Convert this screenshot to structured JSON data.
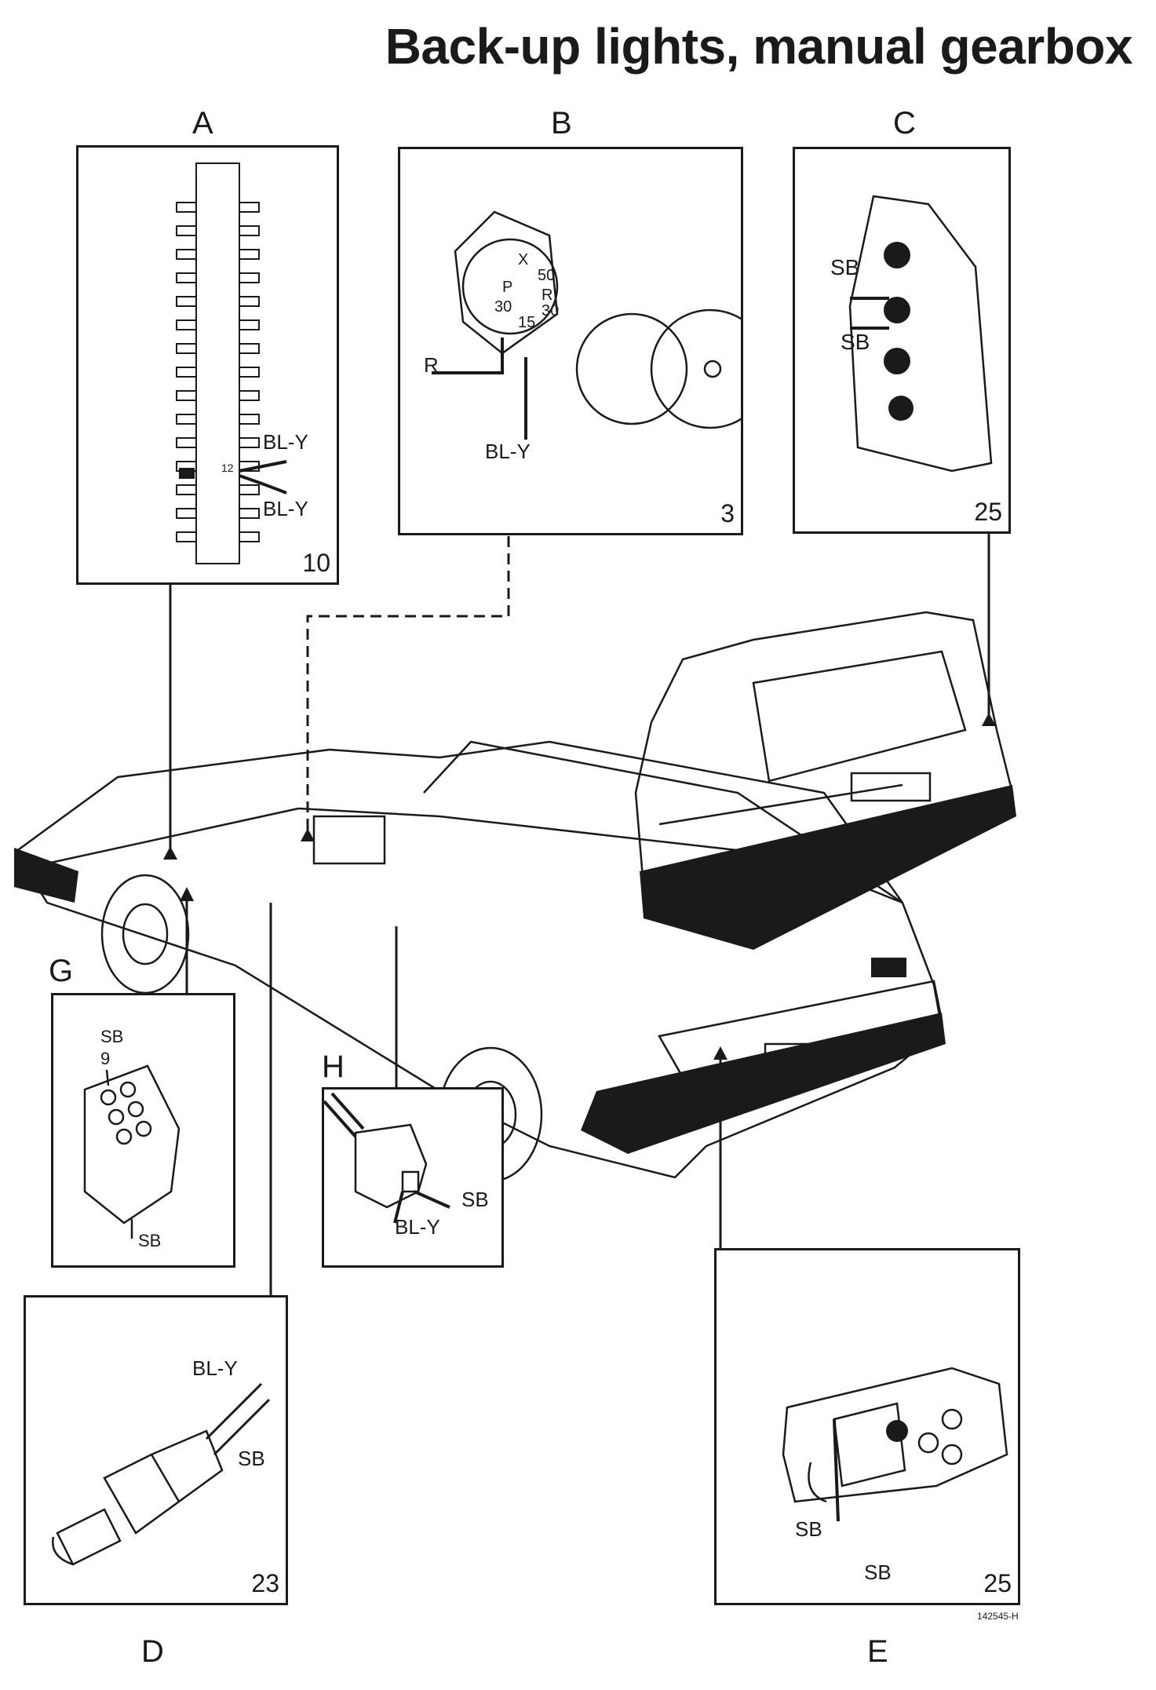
{
  "title": "Back-up lights, manual gearbox",
  "panels": {
    "A": {
      "letter": "A",
      "number": "10",
      "wires": [
        "BL-Y",
        "BL-Y"
      ],
      "fuse_no": "12"
    },
    "B": {
      "letter": "B",
      "number": "3",
      "wires": [
        "R",
        "BL-Y"
      ],
      "terminals": [
        "X",
        "50",
        "P",
        "R",
        "30",
        "30",
        "15"
      ]
    },
    "C": {
      "letter": "C",
      "number": "25",
      "wires": [
        "SB",
        "SB"
      ]
    },
    "G": {
      "letter": "G",
      "wires": [
        "SB",
        "9",
        "SB"
      ]
    },
    "H": {
      "letter": "H",
      "wires": [
        "BL-Y",
        "SB"
      ]
    },
    "D": {
      "letter": "D",
      "number": "23",
      "wires": [
        "BL-Y",
        "SB"
      ]
    },
    "E": {
      "letter": "E",
      "number": "25",
      "wires": [
        "SB",
        "SB"
      ]
    }
  },
  "figure_code": "142545-H"
}
